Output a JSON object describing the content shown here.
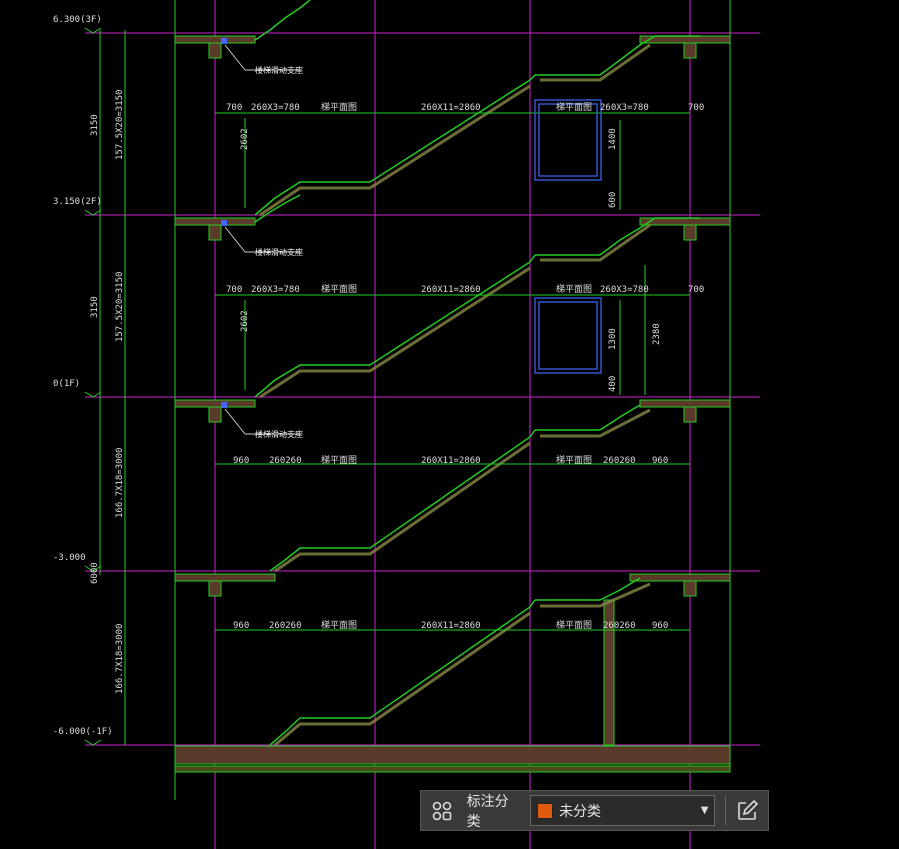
{
  "drawing": {
    "level_marks": [
      "6.300(3F)",
      "3.150(2F)",
      "0(1F)",
      "-3.000",
      "-6.000(-1F)"
    ],
    "left_dims": [
      "3150",
      "157.5X20=3150",
      "3150",
      "157.5X20=3150",
      "166.7X18=3000",
      "6000",
      "166.7X18=3000"
    ],
    "row_dims_upper": [
      "700",
      "260X3=780",
      "梯平面图",
      "260X11=2860",
      "梯平面图",
      "260X3=780",
      "700"
    ],
    "row_dims_lower": [
      "960",
      "260260",
      "梯平面图",
      "260X11=2860",
      "梯平面图",
      "260260",
      "960"
    ],
    "support_note": "楼梯滑动支座",
    "vert_dims": [
      "2602",
      "1400",
      "600",
      "1300",
      "400",
      "2380"
    ]
  },
  "toolbar": {
    "label": "标注分类",
    "select_value": "未分类",
    "swatch_color": "#e05a10",
    "category_icon": "category-grid-icon",
    "edit_icon": "edit-export-icon"
  }
}
